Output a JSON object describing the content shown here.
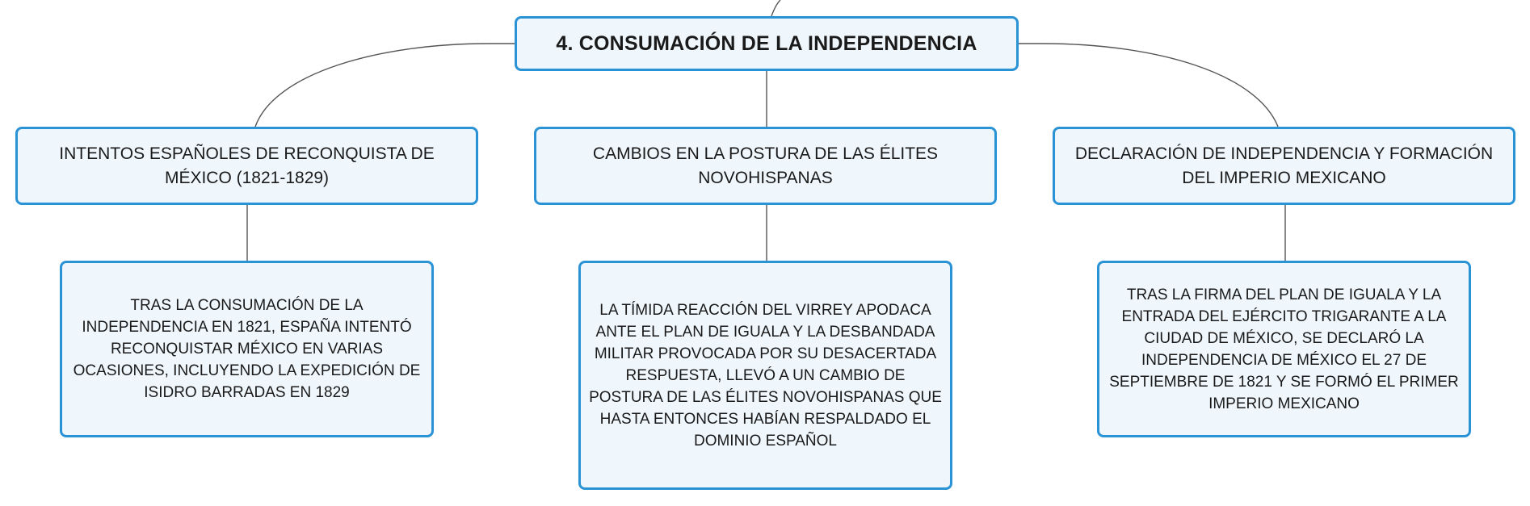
{
  "root": {
    "title": "4. CONSUMACIÓN DE LA INDEPENDENCIA"
  },
  "branches": [
    {
      "topic": "INTENTOS ESPAÑOLES DE RECONQUISTA DE MÉXICO (1821-1829)",
      "detail": "TRAS LA CONSUMACIÓN DE LA INDEPENDENCIA EN 1821, ESPAÑA INTENTÓ RECONQUISTAR MÉXICO EN VARIAS OCASIONES, INCLUYENDO LA EXPEDICIÓN DE ISIDRO BARRADAS EN 1829"
    },
    {
      "topic": "CAMBIOS EN LA POSTURA DE LAS ÉLITES NOVOHISPANAS",
      "detail": "LA TÍMIDA REACCIÓN DEL VIRREY APODACA ANTE EL PLAN DE IGUALA Y LA DESBANDADA MILITAR PROVOCADA POR SU DESACERTADA RESPUESTA, LLEVÓ A UN CAMBIO DE POSTURA DE LAS ÉLITES NOVOHISPANAS QUE HASTA ENTONCES HABÍAN RESPALDADO EL DOMINIO ESPAÑOL"
    },
    {
      "topic": "DECLARACIÓN DE INDEPENDENCIA Y FORMACIÓN DEL IMPERIO MEXICANO",
      "detail": "TRAS LA FIRMA DEL PLAN DE IGUALA Y LA ENTRADA DEL EJÉRCITO TRIGARANTE A LA CIUDAD DE MÉXICO, SE DECLARÓ LA INDEPENDENCIA DE MÉXICO EL 27 DE SEPTIEMBRE DE 1821 Y SE FORMÓ EL PRIMER IMPERIO MEXICANO"
    }
  ],
  "colors": {
    "node_border": "#2a93d5",
    "node_fill": "#eff7fd",
    "connector": "#555555"
  }
}
